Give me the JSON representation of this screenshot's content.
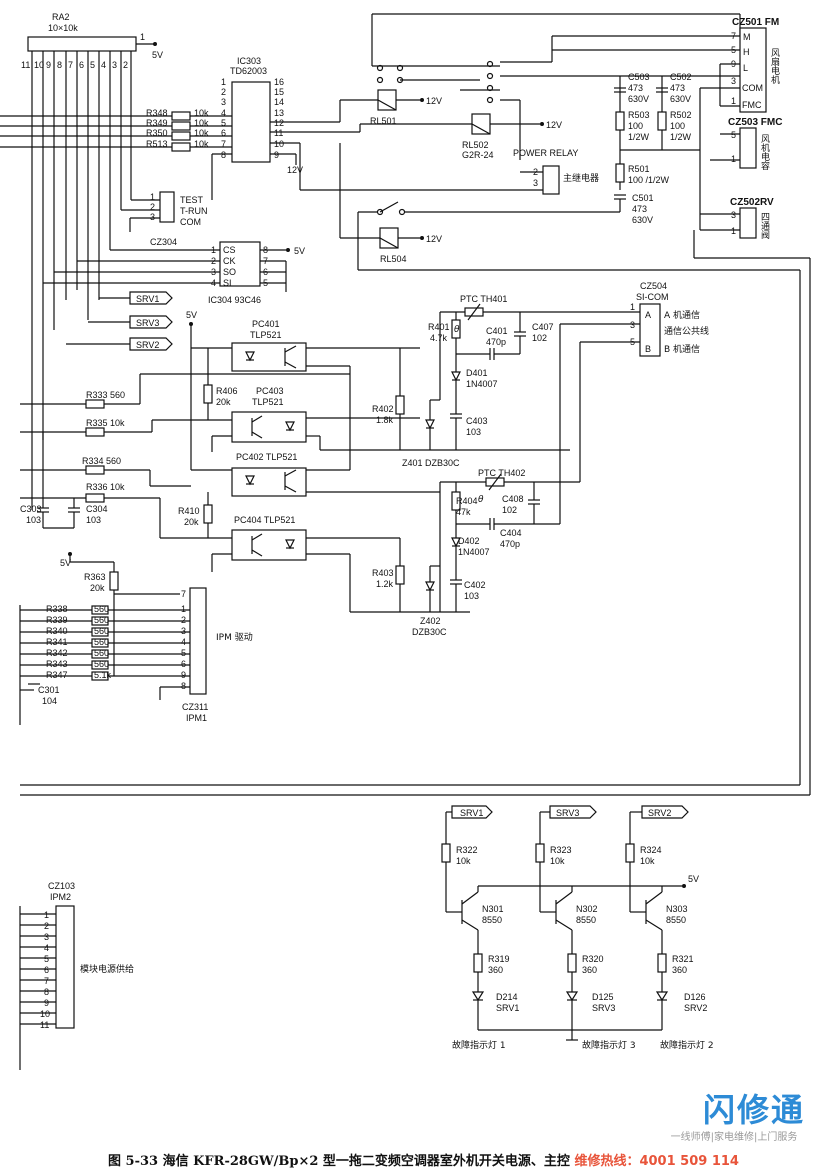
{
  "labels": {
    "ra2": "RA2",
    "ra2_val": "10×10k",
    "ra2_pin1": "1",
    "ra2_5v": "5V",
    "ra2_pins": [
      "11",
      "10",
      "9",
      "8",
      "7",
      "6",
      "5",
      "4",
      "3",
      "2"
    ],
    "ic303": "IC303",
    "ic303_part": "TD62003",
    "ic303_lpins": [
      "1",
      "2",
      "3",
      "4",
      "5",
      "6",
      "7",
      "8"
    ],
    "ic303_rpins": [
      "16",
      "15",
      "14",
      "13",
      "12",
      "11",
      "10",
      "9"
    ],
    "r348": "R348",
    "r349": "R349",
    "r350": "R350",
    "r513": "R513",
    "r10k": "10k",
    "v12v": "12V",
    "rl501": "RL501",
    "rl502": "RL502",
    "rl502_part": "G2R-24",
    "rl504": "RL504",
    "power_relay": "POWER RELAY",
    "main_relay": "主继电器",
    "cz501": "CZ501 FM",
    "cz501_pins": [
      "7",
      "5",
      "9",
      "3",
      "1"
    ],
    "cz501_sig": [
      "M",
      "H",
      "L",
      "COM",
      "FMC"
    ],
    "fan_motor": "风扇电机",
    "c503": "C503",
    "c502": "C502",
    "cap473": "473",
    "v630": "630V",
    "r503": "R503",
    "r502": "R502",
    "r100": "100",
    "w12": "1/2W",
    "r501": "R501",
    "r501_val": "100 /1/2W",
    "c501": "C501",
    "cz503": "CZ503 FMC",
    "cz503_pins": [
      "5",
      "1"
    ],
    "fan_cap": "风机电容",
    "cz502": "CZ502RV",
    "cz502_pins": [
      "3",
      "1"
    ],
    "four_way": "四通阀",
    "test": "TEST",
    "trun": "T-RUN",
    "com": "COM",
    "cz304": "CZ304",
    "cz304_pins": [
      "1",
      "2",
      "3"
    ],
    "cs": "CS",
    "ck": "CK",
    "so": "SO",
    "si": "SI",
    "ic304": "IC304 93C46",
    "ic304_lpins": [
      "1",
      "2",
      "3",
      "4"
    ],
    "ic304_rpins": [
      "8",
      "7",
      "6",
      "5"
    ],
    "v5v": "5V",
    "srv1": "SRV1",
    "srv2": "SRV2",
    "srv3": "SRV3",
    "pc401": "PC401",
    "tlp521": "TLP521",
    "pc403": "PC403",
    "pc402": "PC402 TLP521",
    "pc404": "PC404 TLP521",
    "r333": "R333 560",
    "r335": "R335 10k",
    "r334": "R334 560",
    "r336": "R336 10k",
    "r406": "R406",
    "r406_val": "20k",
    "r410": "R410",
    "r410_val": "20k",
    "c303": "C303",
    "c303_val": "103",
    "c304": "C304",
    "c304_val": "103",
    "ptc401": "PTC TH401",
    "r401": "R401",
    "r401_val": "4.7k",
    "c401": "C401",
    "c401_val": "470p",
    "c407": "C407",
    "c407_val": "102",
    "d401": "D401",
    "in4007": "1N4007",
    "r402": "R402",
    "r402_val": "1.8k",
    "c403": "C403",
    "c403_val": "103",
    "z401": "Z401 DZB30C",
    "cz504": "CZ504",
    "sicom": "SI-COM",
    "cz504_pins": [
      "1",
      "3",
      "5"
    ],
    "a_label": "A",
    "b_label": "B",
    "a_comm": "A 机通信",
    "common_line": "通信公共线",
    "b_comm": "B 机通信",
    "ptc402": "PTC TH402",
    "r404": "R404",
    "r404_val": "47k",
    "c408": "C408",
    "c408_val": "102",
    "c404": "C404",
    "c404_val": "470p",
    "d402": "D402",
    "r403": "R403",
    "r403_val": "1.2k",
    "c402": "C402",
    "c402_val": "103",
    "z402": "Z402",
    "z402_part": "DZB30C",
    "r363": "R363",
    "r363_val": "20k",
    "ipm_r": [
      "R338",
      "R339",
      "R340",
      "R341",
      "R342",
      "R343",
      "R347"
    ],
    "ipm_rv": [
      "560",
      "560",
      "560",
      "560",
      "560",
      "560",
      "5.1k"
    ],
    "ipm_pins": [
      "1",
      "2",
      "3",
      "4",
      "5",
      "6",
      "9",
      "8"
    ],
    "ipm_pin7": "7",
    "ipm_drive": "IPM 驱动",
    "cz311": "CZ311",
    "ipm1": "IPM1",
    "c301": "C301",
    "c301_val": "104",
    "cz103": "CZ103",
    "ipm2": "IPM2",
    "cz103_pins": [
      "1",
      "2",
      "3",
      "4",
      "5",
      "6",
      "7",
      "8",
      "9",
      "10",
      "11"
    ],
    "module_power": "模块电源供给",
    "r322": "R322",
    "r323": "R323",
    "r324": "R324",
    "n301": "N301",
    "n302": "N302",
    "n303": "N303",
    "n8550": "8550",
    "r319": "R319",
    "r320": "R320",
    "r321": "R321",
    "r360": "360",
    "d214": "D214",
    "d125": "D125",
    "d126": "D126",
    "fault1": "故障指示灯 1",
    "fault3": "故障指示灯 3",
    "fault2": "故障指示灯 2"
  },
  "caption": "图 5-33 海信 KFR-28GW/Bp×2 型一拖二变频空调器室外机开关电源、主控",
  "hotline": "维修热线：4001 509 114",
  "logo_name": "闪修通",
  "logo_slogan": "一线师傅|家电维修|上门服务",
  "colors": {
    "line": "#111111",
    "logo": "#2d8bd6",
    "hotline": "#e8543a"
  }
}
